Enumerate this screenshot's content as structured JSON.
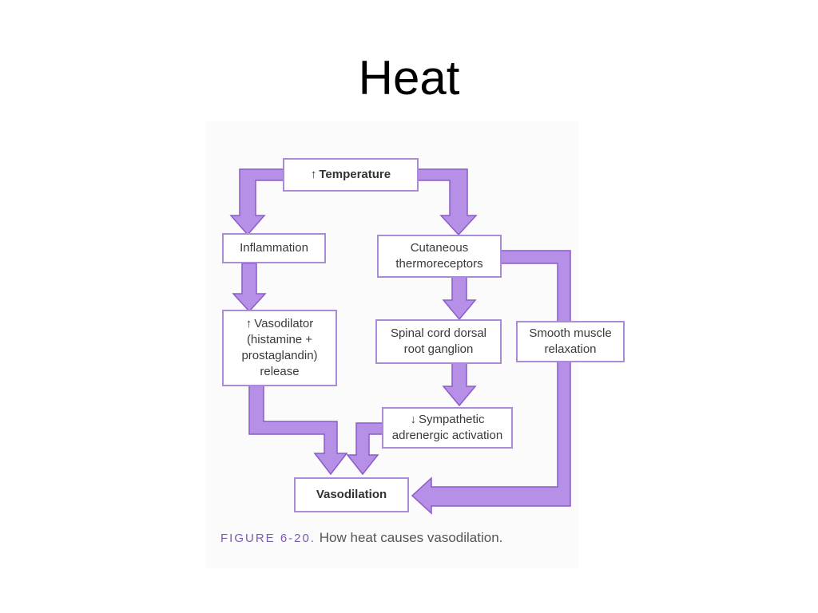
{
  "slide": {
    "title": "Heat"
  },
  "colors": {
    "arrow_fill": "#b690e6",
    "arrow_stroke": "#8a5cc8",
    "node_border": "#a98bd6",
    "caption_label": "#7b5ab4"
  },
  "diagram": {
    "nodes": {
      "temperature": {
        "arrow": "↑",
        "text": "Temperature"
      },
      "inflammation": {
        "text": "Inflammation"
      },
      "cutaneous": {
        "line1": "Cutaneous",
        "line2": "thermoreceptors"
      },
      "vasodilator": {
        "arrow": "↑",
        "line1": "Vasodilator",
        "line2": "(histamine +",
        "line3": "prostaglandin)",
        "line4": "release"
      },
      "spinal": {
        "line1": "Spinal cord dorsal",
        "line2": "root ganglion"
      },
      "smooth": {
        "line1": "Smooth muscle",
        "line2": "relaxation"
      },
      "sympathetic": {
        "arrow": "↓",
        "line1": "Sympathetic",
        "line2": "adrenergic activation"
      },
      "vasodilation": {
        "text": "Vasodilation"
      }
    }
  },
  "caption": {
    "label": "FIGURE 6-20.",
    "text": "How heat causes vasodilation."
  }
}
